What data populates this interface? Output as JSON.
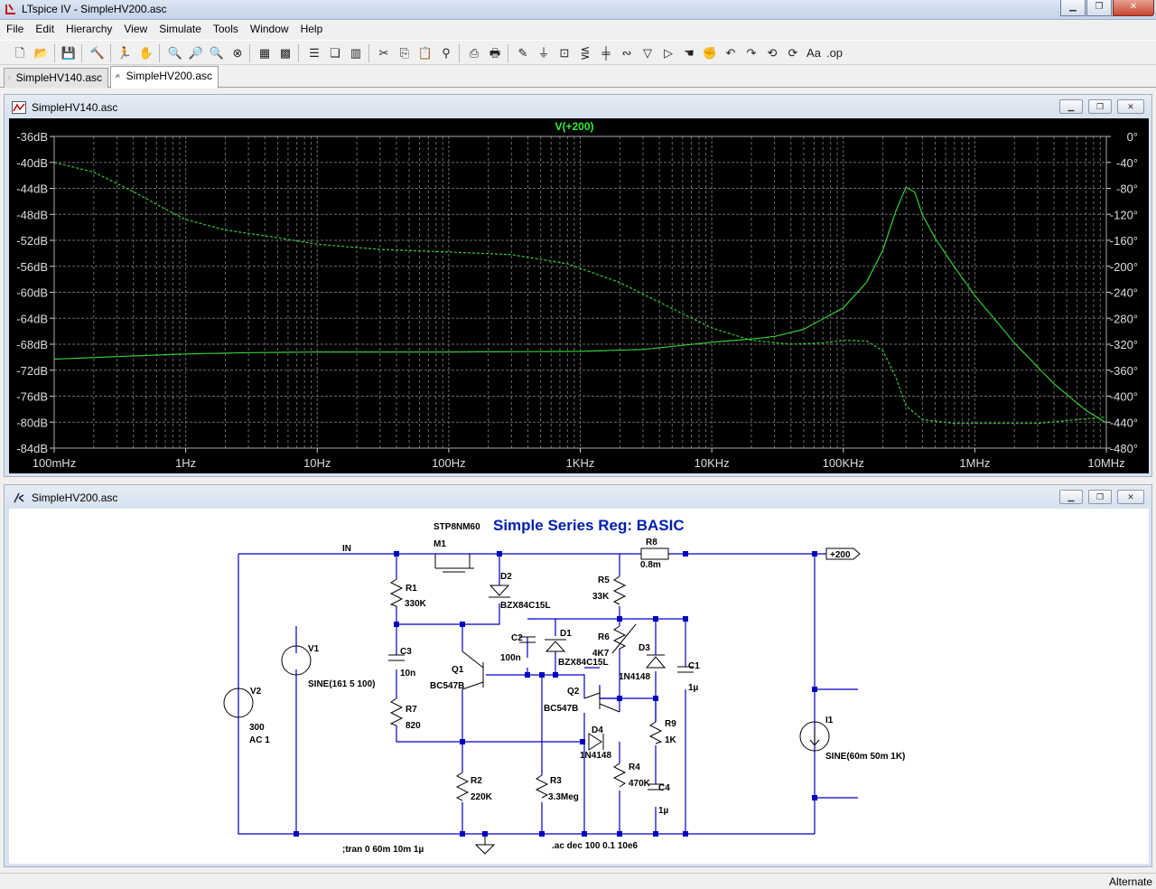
{
  "app": {
    "title": "LTspice IV - SimpleHV200.asc"
  },
  "menu": [
    "File",
    "Edit",
    "Hierarchy",
    "View",
    "Simulate",
    "Tools",
    "Window",
    "Help"
  ],
  "tabs": [
    {
      "label": "SimpleHV140.asc",
      "active": false
    },
    {
      "label": "SimpleHV200.asc",
      "active": true
    }
  ],
  "plot_window": {
    "title": "SimpleHV140.asc"
  },
  "schematic_window": {
    "title": "SimpleHV200.asc"
  },
  "chart_data": {
    "type": "line",
    "title": "V(+200)",
    "x_scale": "log",
    "xlim": [
      0.1,
      10000000
    ],
    "x_ticks": [
      {
        "v": 0.1,
        "label": "100mHz"
      },
      {
        "v": 1,
        "label": "1Hz"
      },
      {
        "v": 10,
        "label": "10Hz"
      },
      {
        "v": 100,
        "label": "100Hz"
      },
      {
        "v": 1000,
        "label": "1KHz"
      },
      {
        "v": 10000,
        "label": "10KHz"
      },
      {
        "v": 100000,
        "label": "100KHz"
      },
      {
        "v": 1000000,
        "label": "1MHz"
      },
      {
        "v": 10000000,
        "label": "10MHz"
      }
    ],
    "y_left_range": [
      -84,
      -36
    ],
    "y_left_ticks": [
      {
        "v": -36,
        "label": "-36dB"
      },
      {
        "v": -40,
        "label": "-40dB"
      },
      {
        "v": -44,
        "label": "-44dB"
      },
      {
        "v": -48,
        "label": "-48dB"
      },
      {
        "v": -52,
        "label": "-52dB"
      },
      {
        "v": -56,
        "label": "-56dB"
      },
      {
        "v": -60,
        "label": "-60dB"
      },
      {
        "v": -64,
        "label": "-64dB"
      },
      {
        "v": -68,
        "label": "-68dB"
      },
      {
        "v": -72,
        "label": "-72dB"
      },
      {
        "v": -76,
        "label": "-76dB"
      },
      {
        "v": -80,
        "label": "-80dB"
      },
      {
        "v": -84,
        "label": "-84dB"
      }
    ],
    "y_right_range": [
      -480,
      0
    ],
    "y_right_ticks": [
      {
        "v": 0,
        "label": "0°"
      },
      {
        "v": -40,
        "label": "-40°"
      },
      {
        "v": -80,
        "label": "-80°"
      },
      {
        "v": -120,
        "label": "-120°"
      },
      {
        "v": -160,
        "label": "-160°"
      },
      {
        "v": -200,
        "label": "-200°"
      },
      {
        "v": -240,
        "label": "-240°"
      },
      {
        "v": -280,
        "label": "-280°"
      },
      {
        "v": -320,
        "label": "-320°"
      },
      {
        "v": -360,
        "label": "-360°"
      },
      {
        "v": -400,
        "label": "-400°"
      },
      {
        "v": -440,
        "label": "-440°"
      },
      {
        "v": -480,
        "label": "-480°"
      }
    ],
    "grid": true,
    "colors": {
      "background": "#000000",
      "trace": "#33cc33",
      "grid": "#6a6a6a",
      "title": "#33ee33"
    },
    "series": [
      {
        "axis": "left",
        "style": "solid",
        "points": [
          [
            0.1,
            -70.3
          ],
          [
            0.3,
            -69.9
          ],
          [
            1,
            -69.5
          ],
          [
            3,
            -69.3
          ],
          [
            10,
            -69.2
          ],
          [
            100,
            -69.2
          ],
          [
            1000,
            -69.1
          ],
          [
            3000,
            -68.8
          ],
          [
            10000,
            -67.7
          ],
          [
            20000,
            -67.2
          ],
          [
            30000,
            -66.8
          ],
          [
            50000,
            -65.7
          ],
          [
            100000,
            -62.4
          ],
          [
            150000,
            -58.5
          ],
          [
            200000,
            -53.5
          ],
          [
            250000,
            -47.6
          ],
          [
            300000,
            -43.8
          ],
          [
            350000,
            -44.6
          ],
          [
            400000,
            -48.1
          ],
          [
            500000,
            -51.7
          ],
          [
            700000,
            -56.1
          ],
          [
            1000000,
            -60.5
          ],
          [
            2000000,
            -67.8
          ],
          [
            4000000,
            -74.1
          ],
          [
            7000000,
            -78.2
          ],
          [
            10000000,
            -80.1
          ]
        ]
      },
      {
        "axis": "right",
        "style": "dashed",
        "points": [
          [
            0.1,
            -40
          ],
          [
            0.2,
            -55
          ],
          [
            0.4,
            -85
          ],
          [
            0.7,
            -112
          ],
          [
            1,
            -128
          ],
          [
            2,
            -144
          ],
          [
            5,
            -156
          ],
          [
            10,
            -166
          ],
          [
            30,
            -174
          ],
          [
            100,
            -178
          ],
          [
            300,
            -182
          ],
          [
            800,
            -196
          ],
          [
            2000,
            -225
          ],
          [
            5000,
            -265
          ],
          [
            10000,
            -295
          ],
          [
            20000,
            -314
          ],
          [
            40000,
            -320
          ],
          [
            70000,
            -318
          ],
          [
            100000,
            -314
          ],
          [
            150000,
            -315
          ],
          [
            200000,
            -330
          ],
          [
            250000,
            -370
          ],
          [
            300000,
            -415
          ],
          [
            400000,
            -436
          ],
          [
            700000,
            -442
          ],
          [
            1000000,
            -442
          ],
          [
            3000000,
            -442
          ],
          [
            6000000,
            -436
          ],
          [
            10000000,
            -432
          ]
        ]
      }
    ]
  },
  "schematic": {
    "title": "Simple Series Reg: BASIC",
    "labels": {
      "stp": "STP8NM60",
      "m1": "M1",
      "in": "IN",
      "r8": "R8",
      "r8v": "0.8m",
      "out": "+200",
      "r5": "R5",
      "r5v": "33K",
      "d2": "D2",
      "d2v": "BZX84C15L",
      "r1": "R1",
      "r1v": "330K",
      "c3": "C3",
      "c3v": "10n",
      "r7": "R7",
      "r7v": "820",
      "c2": "C2",
      "c2v": "100n",
      "d1": "D1",
      "d1v": "BZX84C15L",
      "r6": "R6",
      "r6v": "4K7",
      "d3": "D3",
      "d3v": "1N4148",
      "c1": "C1",
      "c1v": "1µ",
      "q1": "Q1",
      "q1v": "BC547B",
      "q2": "Q2",
      "q2v": "BC547B",
      "r9": "R9",
      "r9v": "1K",
      "d4": "D4",
      "d4v": "1N4148",
      "r4": "R4",
      "r4v": "470K",
      "c4": "C4",
      "c4v": "1µ",
      "r2": "R2",
      "r2v": "220K",
      "r3": "R3",
      "r3v": "3.3Meg",
      "v1": "V1",
      "v1v": "SINE(161 5 100)",
      "v2": "V2",
      "v2v1": "300",
      "v2v2": "AC 1",
      "i1": "I1",
      "i1v": "SINE(60m 50m 1K)",
      "tran": ";tran 0 60m 10m 1µ",
      "ac": ".ac dec 100 0.1 10e6"
    }
  },
  "status": {
    "text": "Alternate"
  }
}
